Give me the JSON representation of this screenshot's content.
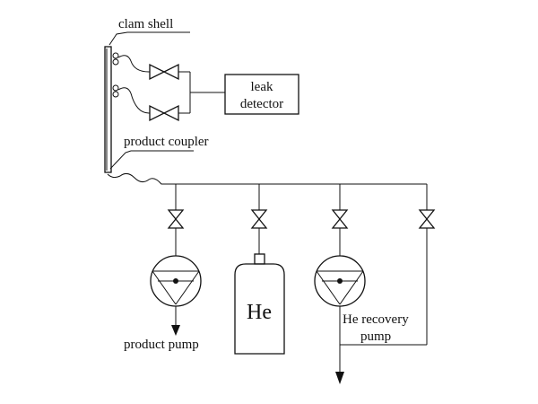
{
  "labels": {
    "clam_shell": "clam shell",
    "product_coupler": "product coupler",
    "leak_detector_line1": "leak",
    "leak_detector_line2": "detector",
    "he_cylinder": "He",
    "product_pump": "product pump",
    "recovery_pump_line1": "He recovery",
    "recovery_pump_line2": "pump"
  },
  "colors": {
    "stroke": "#111111",
    "background": "#ffffff"
  },
  "icons": {
    "valve": "bowtie-valve-icon",
    "pump": "circle-pump-icon",
    "cylinder": "gas-cylinder-icon",
    "arrow": "arrow-down-icon"
  }
}
